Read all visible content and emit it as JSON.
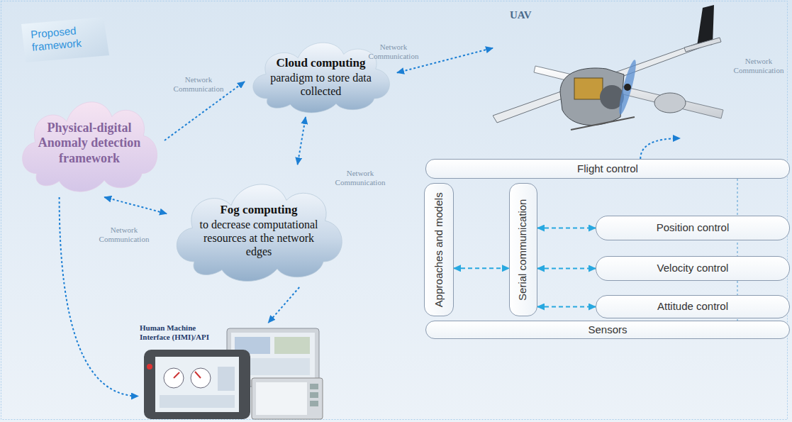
{
  "diagram": {
    "nodes": [
      {
        "text": [
          "Physical-digital Anomaly detection framework"
        ]
      },
      {
        "text": [
          "Cloud computing",
          "paradigm to store data collected"
        ]
      },
      {
        "text": [
          "UAV"
        ]
      },
      {
        "text": [
          "Fog computing",
          "to decrease computational resources at the network edges"
        ]
      },
      {
        "text": [
          "Human Machine Interface (HMI)/API"
        ]
      },
      {
        "text": [
          "Flight control"
        ]
      },
      {
        "text": [
          "Approaches and models"
        ]
      },
      {
        "text": [
          "Serial communication"
        ]
      },
      {
        "text": [
          "Position control"
        ]
      },
      {
        "text": [
          "Velocity control"
        ]
      },
      {
        "text": [
          "Attitude control"
        ]
      },
      {
        "text": [
          "Sensors"
        ]
      }
    ],
    "edges": [
      {
        "from": 0,
        "to": 1,
        "arrow": "to",
        "label": "Network Communication"
      },
      {
        "from": 1,
        "to": 2,
        "arrow": "both",
        "label": "Network Communication"
      },
      {
        "from": 1,
        "to": 3,
        "arrow": "both",
        "label": "Network Communication"
      },
      {
        "from": 0,
        "to": 3,
        "arrow": "both",
        "label": "Network Communication"
      },
      {
        "from": 3,
        "to": 4,
        "arrow": "to"
      },
      {
        "from": 0,
        "to": 4,
        "arrow": "to"
      },
      {
        "from": 5,
        "to": 2,
        "arrow": "to",
        "label": "Network Communication"
      },
      {
        "from": 6,
        "to": 7,
        "arrow": "both"
      },
      {
        "from": 7,
        "to": 8,
        "arrow": "both"
      },
      {
        "from": 7,
        "to": 9,
        "arrow": "both"
      },
      {
        "from": 7,
        "to": 10,
        "arrow": "both"
      }
    ],
    "labels": [
      "Proposed framework"
    ]
  }
}
